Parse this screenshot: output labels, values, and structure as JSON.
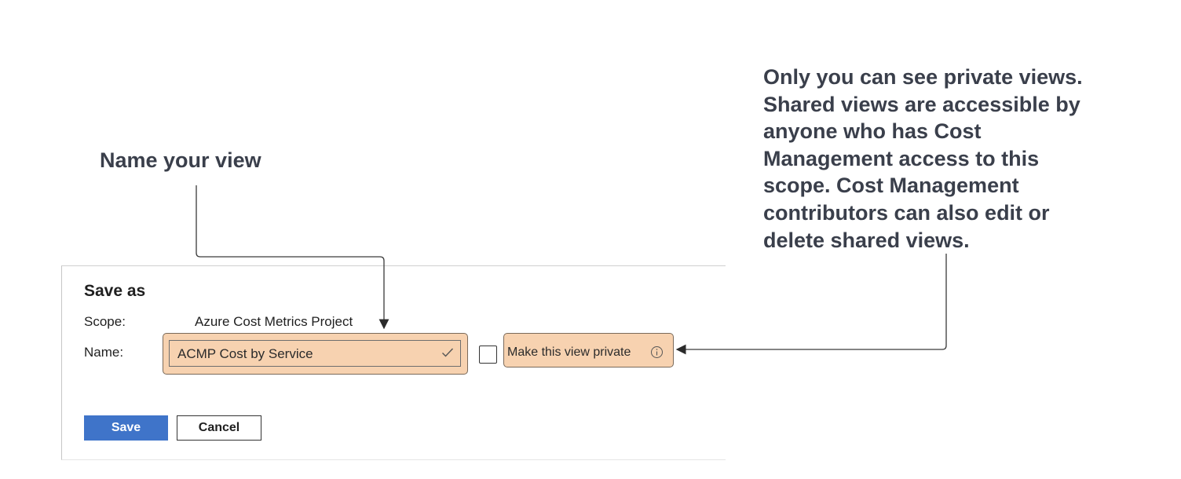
{
  "callouts": {
    "name_view": "Name your view",
    "private_views": [
      "Only you can see private views.",
      "Shared views are accessible by",
      "anyone who has Cost",
      "Management access to this",
      "scope. Cost Management",
      "contributors can also edit or",
      "delete shared views."
    ]
  },
  "dialog": {
    "title": "Save as",
    "scope_label": "Scope:",
    "scope_value": "Azure Cost Metrics Project",
    "name_label": "Name:",
    "name_value": "ACMP Cost by Service",
    "private_checkbox_checked": false,
    "private_label": "Make this view private",
    "save_label": "Save",
    "cancel_label": "Cancel"
  },
  "colors": {
    "highlight": "#f7d2b0",
    "primary_button": "#3f74c9",
    "callout_text": "#3a3f4b"
  },
  "icons": {
    "name_valid": "checkmark-icon",
    "private_info": "info-icon"
  }
}
